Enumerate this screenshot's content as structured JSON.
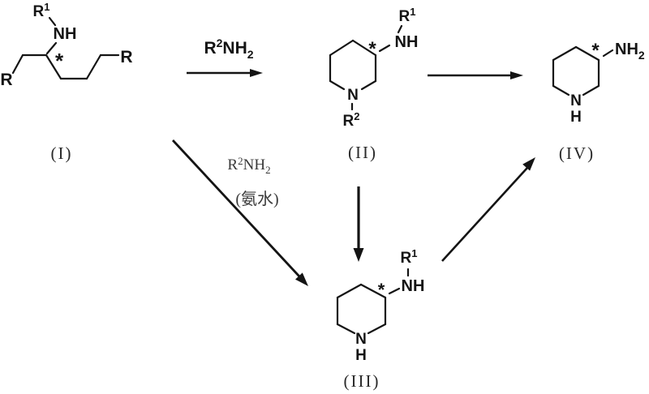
{
  "figure": {
    "kind": "chemical-reaction-scheme",
    "background": "#ffffff",
    "ink": "#141414"
  },
  "compounds": {
    "c1": {
      "tag": "(I)",
      "r_left": "R",
      "r_right": "R",
      "r1_base": "R",
      "r1_sup": "1",
      "nh": "NH",
      "star": "*"
    },
    "c2": {
      "tag": "(II)",
      "r1_base": "R",
      "r1_sup": "1",
      "nh": "NH",
      "star": "*",
      "n": "N",
      "r2_base": "R",
      "r2_sup": "2"
    },
    "c3": {
      "tag": "(III)",
      "r1_base": "R",
      "r1_sup": "1",
      "nh": "NH",
      "star": "*",
      "n": "N",
      "h": "H"
    },
    "c4": {
      "tag": "(IV)",
      "nh2_base": "NH",
      "nh2_sub": "2",
      "star": "*",
      "n": "N",
      "h": "H"
    }
  },
  "reagents": {
    "top": {
      "r": "R",
      "sup": "2",
      "amine": "NH",
      "sub": "2"
    },
    "diagonal": {
      "r": "R",
      "sup": "2",
      "amine": "NH",
      "sub": "2",
      "note": "(氨水)"
    }
  },
  "connections": [
    {
      "from": "(I)",
      "to": "(II)",
      "label": "R2NH2"
    },
    {
      "from": "(II)",
      "to": "(IV)",
      "label": ""
    },
    {
      "from": "(I)",
      "to": "(III)",
      "label": "R2NH2 (氨水)"
    },
    {
      "from": "(II)",
      "to": "(III)",
      "label": ""
    },
    {
      "from": "(III)",
      "to": "(IV)",
      "label": ""
    }
  ]
}
